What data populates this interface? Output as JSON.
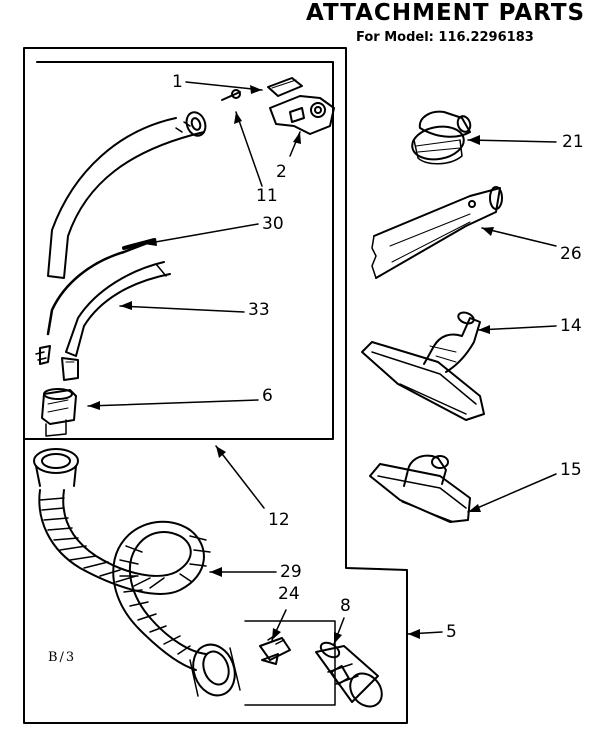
{
  "header": {
    "title": "ATTACHMENT PARTS",
    "subtitle": "For Model: 116.2296183"
  },
  "callouts": {
    "c1": "1",
    "c2": "2",
    "c11": "11",
    "c30": "30",
    "c33": "33",
    "c6": "6",
    "c12": "12",
    "c21": "21",
    "c26": "26",
    "c14": "14",
    "c15": "15",
    "c29": "29",
    "c24": "24",
    "c8": "8",
    "c5": "5"
  },
  "footer": {
    "page_code": "B/3"
  }
}
